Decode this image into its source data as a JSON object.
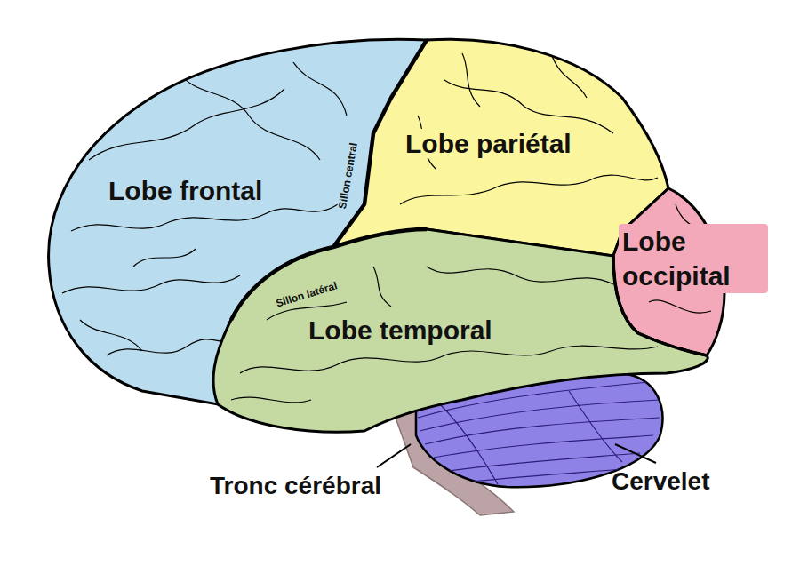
{
  "diagram": {
    "labels": [
      "Lobe frontal",
      "Sillon central",
      "Lobe pariétal",
      "Lobe occipital",
      "Sillon latéral",
      "Lobe temporal",
      "Tronc cérébral",
      "Cervelet"
    ]
  }
}
